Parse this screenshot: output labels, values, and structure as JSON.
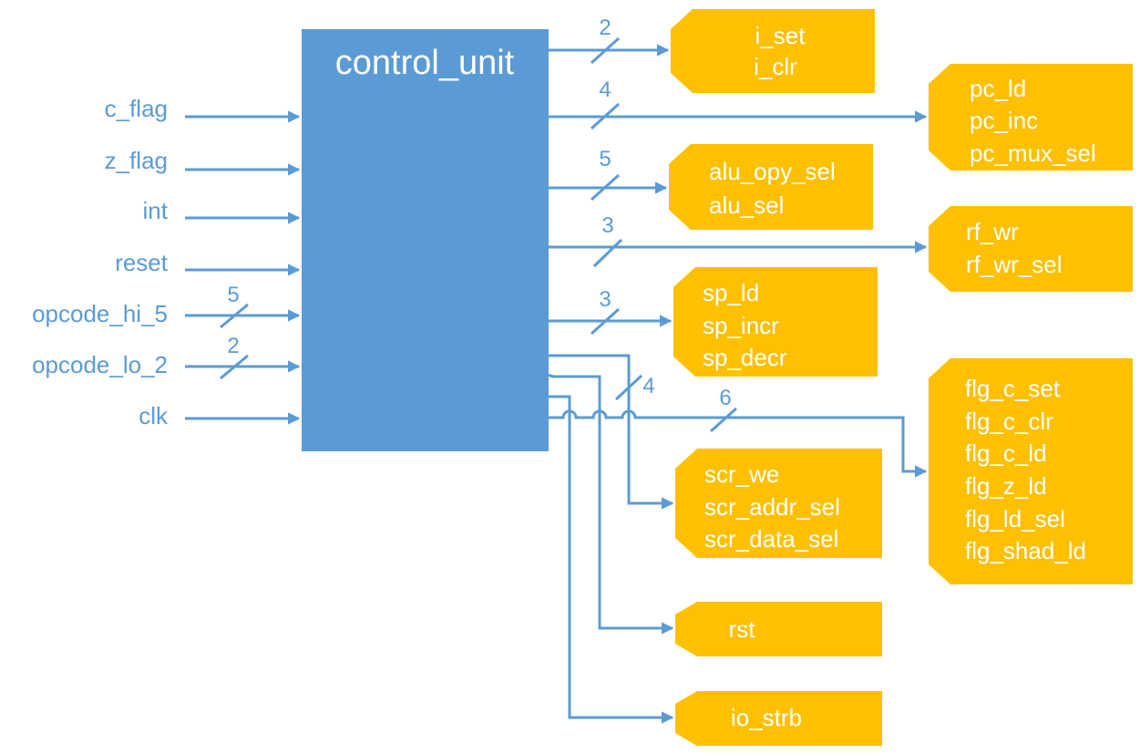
{
  "colors": {
    "wire": "#5b9bd5",
    "block": "#5b9bd5",
    "port": "#ffc000",
    "text_on_block": "#ffffff"
  },
  "block": {
    "title": "control_unit"
  },
  "inputs": [
    {
      "label": "c_flag",
      "width": ""
    },
    {
      "label": "z_flag",
      "width": ""
    },
    {
      "label": "int",
      "width": ""
    },
    {
      "label": "reset",
      "width": ""
    },
    {
      "label": "opcode_hi_5",
      "width": "5"
    },
    {
      "label": "opcode_lo_2",
      "width": "2"
    },
    {
      "label": "clk",
      "width": ""
    }
  ],
  "outputs": [
    {
      "lines": [
        "i_set",
        "i_clr"
      ],
      "width": "2"
    },
    {
      "lines": [
        "pc_ld",
        "pc_inc",
        "pc_mux_sel"
      ],
      "width": "4"
    },
    {
      "lines": [
        "alu_opy_sel",
        "alu_sel"
      ],
      "width": "5"
    },
    {
      "lines": [
        "rf_wr",
        "rf_wr_sel"
      ],
      "width": "3"
    },
    {
      "lines": [
        "sp_ld",
        "sp_incr",
        "sp_decr"
      ],
      "width": "3"
    },
    {
      "lines": [
        "scr_we",
        "scr_addr_sel",
        "scr_data_sel"
      ],
      "width": "4"
    },
    {
      "lines": [
        "flg_c_set",
        "flg_c_clr",
        "flg_c_ld",
        "flg_z_ld",
        "flg_ld_sel",
        "flg_shad_ld"
      ],
      "width": "6"
    },
    {
      "lines": [
        "rst"
      ],
      "width": ""
    },
    {
      "lines": [
        "io_strb"
      ],
      "width": ""
    }
  ]
}
